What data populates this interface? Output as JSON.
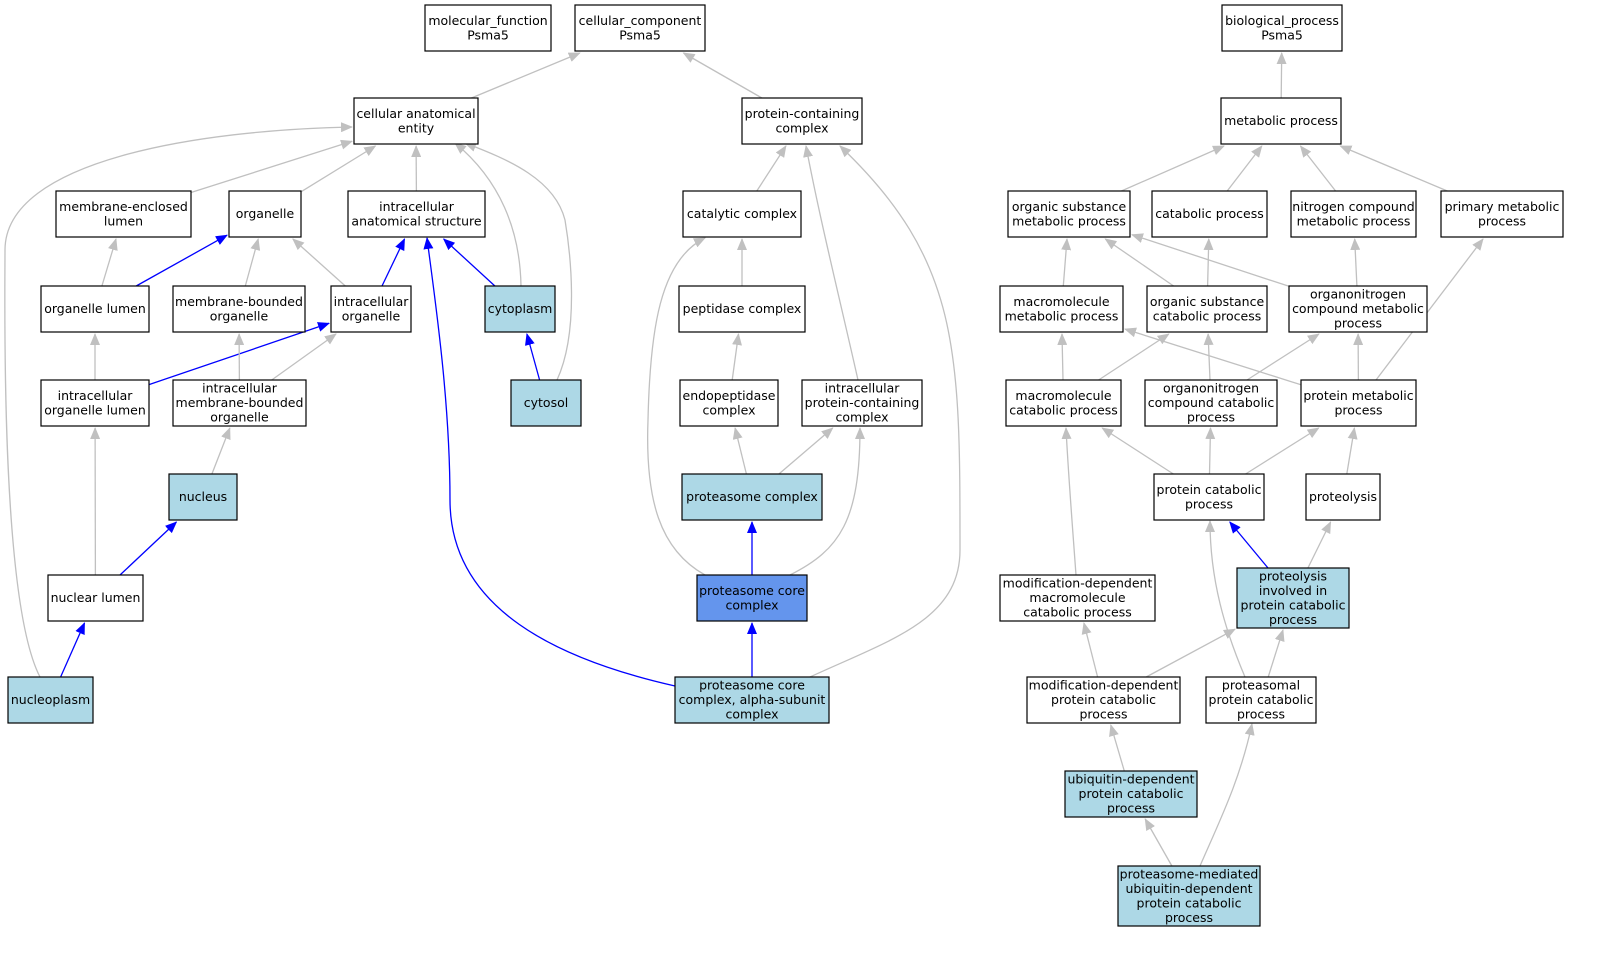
{
  "colors": {
    "plain": "#ffffff",
    "annotated": "#add8e6",
    "focus": "#6495ed",
    "edge_gray": "#c0c0c0",
    "edge_blue": "#0000ff"
  },
  "nodes": [
    {
      "id": "mf",
      "lines": [
        "molecular_function",
        "Psma5"
      ],
      "style": "plain"
    },
    {
      "id": "cc",
      "lines": [
        "cellular_component",
        "Psma5"
      ],
      "style": "plain"
    },
    {
      "id": "bp",
      "lines": [
        "biological_process",
        "Psma5"
      ],
      "style": "plain"
    },
    {
      "id": "cae",
      "lines": [
        "cellular anatomical",
        "entity"
      ],
      "style": "plain"
    },
    {
      "id": "pcc",
      "lines": [
        "protein-containing",
        "complex"
      ],
      "style": "plain"
    },
    {
      "id": "mp",
      "lines": [
        "metabolic process"
      ],
      "style": "plain"
    },
    {
      "id": "mel",
      "lines": [
        "membrane-enclosed",
        "lumen"
      ],
      "style": "plain"
    },
    {
      "id": "org",
      "lines": [
        "organelle"
      ],
      "style": "plain"
    },
    {
      "id": "ias",
      "lines": [
        "intracellular",
        "anatomical structure"
      ],
      "style": "plain"
    },
    {
      "id": "catc",
      "lines": [
        "catalytic complex"
      ],
      "style": "plain"
    },
    {
      "id": "osmp",
      "lines": [
        "organic substance",
        "metabolic process"
      ],
      "style": "plain"
    },
    {
      "id": "catp",
      "lines": [
        "catabolic process"
      ],
      "style": "plain"
    },
    {
      "id": "ncmp",
      "lines": [
        "nitrogen compound",
        "metabolic process"
      ],
      "style": "plain"
    },
    {
      "id": "pmp",
      "lines": [
        "primary metabolic",
        "process"
      ],
      "style": "plain"
    },
    {
      "id": "orgl",
      "lines": [
        "organelle lumen"
      ],
      "style": "plain"
    },
    {
      "id": "mbo",
      "lines": [
        "membrane-bounded",
        "organelle"
      ],
      "style": "plain"
    },
    {
      "id": "io",
      "lines": [
        "intracellular",
        "organelle"
      ],
      "style": "plain"
    },
    {
      "id": "cyto",
      "lines": [
        "cytoplasm"
      ],
      "style": "annotated"
    },
    {
      "id": "pepc",
      "lines": [
        "peptidase complex"
      ],
      "style": "plain"
    },
    {
      "id": "mmp",
      "lines": [
        "macromolecule",
        "metabolic process"
      ],
      "style": "plain"
    },
    {
      "id": "oscp",
      "lines": [
        "organic substance",
        "catabolic process"
      ],
      "style": "plain"
    },
    {
      "id": "oncmp",
      "lines": [
        "organonitrogen",
        "compound metabolic",
        "process"
      ],
      "style": "plain"
    },
    {
      "id": "iol",
      "lines": [
        "intracellular",
        "organelle lumen"
      ],
      "style": "plain"
    },
    {
      "id": "imbo",
      "lines": [
        "intracellular",
        "membrane-bounded",
        "organelle"
      ],
      "style": "plain"
    },
    {
      "id": "cytosol",
      "lines": [
        "cytosol"
      ],
      "style": "annotated"
    },
    {
      "id": "endo",
      "lines": [
        "endopeptidase",
        "complex"
      ],
      "style": "plain"
    },
    {
      "id": "ipcc",
      "lines": [
        "intracellular",
        "protein-containing",
        "complex"
      ],
      "style": "plain"
    },
    {
      "id": "mcp",
      "lines": [
        "macromolecule",
        "catabolic process"
      ],
      "style": "plain"
    },
    {
      "id": "onccp",
      "lines": [
        "organonitrogen",
        "compound catabolic",
        "process"
      ],
      "style": "plain"
    },
    {
      "id": "protmp",
      "lines": [
        "protein metabolic",
        "process"
      ],
      "style": "plain"
    },
    {
      "id": "nucleus",
      "lines": [
        "nucleus"
      ],
      "style": "annotated"
    },
    {
      "id": "protc",
      "lines": [
        "proteasome complex"
      ],
      "style": "annotated"
    },
    {
      "id": "pcp",
      "lines": [
        "protein catabolic",
        "process"
      ],
      "style": "plain"
    },
    {
      "id": "prot",
      "lines": [
        "proteolysis"
      ],
      "style": "plain"
    },
    {
      "id": "nl",
      "lines": [
        "nuclear lumen"
      ],
      "style": "plain"
    },
    {
      "id": "pcore",
      "lines": [
        "proteasome core",
        "complex"
      ],
      "style": "focus"
    },
    {
      "id": "mdmcp",
      "lines": [
        "modification-dependent",
        "macromolecule",
        "catabolic process"
      ],
      "style": "plain"
    },
    {
      "id": "pipcp",
      "lines": [
        "proteolysis",
        "involved in",
        "protein catabolic",
        "process"
      ],
      "style": "annotated"
    },
    {
      "id": "np",
      "lines": [
        "nucleoplasm"
      ],
      "style": "annotated"
    },
    {
      "id": "pcas",
      "lines": [
        "proteasome core",
        "complex, alpha-subunit",
        "complex"
      ],
      "style": "annotated"
    },
    {
      "id": "mdpcp",
      "lines": [
        "modification-dependent",
        "protein catabolic",
        "process"
      ],
      "style": "plain"
    },
    {
      "id": "ppcp",
      "lines": [
        "proteasomal",
        "protein catabolic",
        "process"
      ],
      "style": "plain"
    },
    {
      "id": "udpcp",
      "lines": [
        "ubiquitin-dependent",
        "protein catabolic",
        "process"
      ],
      "style": "annotated"
    },
    {
      "id": "pmudpcp",
      "lines": [
        "proteasome-mediated",
        "ubiquitin-dependent",
        "protein catabolic",
        "process"
      ],
      "style": "annotated"
    }
  ],
  "edges": [
    {
      "from": "cae",
      "to": "cc",
      "color": "gray"
    },
    {
      "from": "pcc",
      "to": "cc",
      "color": "gray"
    },
    {
      "from": "mp",
      "to": "bp",
      "color": "gray"
    },
    {
      "from": "mel",
      "to": "cae",
      "color": "gray"
    },
    {
      "from": "org",
      "to": "cae",
      "color": "gray"
    },
    {
      "from": "ias",
      "to": "cae",
      "color": "gray"
    },
    {
      "from": "cyto",
      "to": "cae",
      "color": "gray"
    },
    {
      "from": "cytosol",
      "to": "cae",
      "color": "gray"
    },
    {
      "from": "np",
      "to": "cae",
      "color": "gray"
    },
    {
      "from": "catc",
      "to": "pcc",
      "color": "gray"
    },
    {
      "from": "ipcc",
      "to": "pcc",
      "color": "gray"
    },
    {
      "from": "pcas",
      "to": "pcc",
      "color": "gray"
    },
    {
      "from": "osmp",
      "to": "mp",
      "color": "gray"
    },
    {
      "from": "catp",
      "to": "mp",
      "color": "gray"
    },
    {
      "from": "ncmp",
      "to": "mp",
      "color": "gray"
    },
    {
      "from": "pmp",
      "to": "mp",
      "color": "gray"
    },
    {
      "from": "orgl",
      "to": "mel",
      "color": "gray"
    },
    {
      "from": "orgl",
      "to": "org",
      "color": "blue"
    },
    {
      "from": "mbo",
      "to": "org",
      "color": "gray"
    },
    {
      "from": "io",
      "to": "org",
      "color": "gray"
    },
    {
      "from": "io",
      "to": "ias",
      "color": "blue"
    },
    {
      "from": "cyto",
      "to": "ias",
      "color": "blue"
    },
    {
      "from": "pcas",
      "to": "ias",
      "color": "blue"
    },
    {
      "from": "pepc",
      "to": "catc",
      "color": "gray"
    },
    {
      "from": "pcore",
      "to": "catc",
      "color": "gray"
    },
    {
      "from": "mmp",
      "to": "osmp",
      "color": "gray"
    },
    {
      "from": "oscp",
      "to": "osmp",
      "color": "gray"
    },
    {
      "from": "oncmp",
      "to": "osmp",
      "color": "gray"
    },
    {
      "from": "oscp",
      "to": "catp",
      "color": "gray"
    },
    {
      "from": "oncmp",
      "to": "ncmp",
      "color": "gray"
    },
    {
      "from": "protmp",
      "to": "pmp",
      "color": "gray"
    },
    {
      "from": "iol",
      "to": "orgl",
      "color": "gray"
    },
    {
      "from": "iol",
      "to": "io",
      "color": "blue"
    },
    {
      "from": "imbo",
      "to": "io",
      "color": "gray"
    },
    {
      "from": "imbo",
      "to": "mbo",
      "color": "gray"
    },
    {
      "from": "cytosol",
      "to": "cyto",
      "color": "blue"
    },
    {
      "from": "endo",
      "to": "pepc",
      "color": "gray"
    },
    {
      "from": "mcp",
      "to": "mmp",
      "color": "gray"
    },
    {
      "from": "protmp",
      "to": "mmp",
      "color": "gray"
    },
    {
      "from": "mcp",
      "to": "oscp",
      "color": "gray"
    },
    {
      "from": "onccp",
      "to": "oscp",
      "color": "gray"
    },
    {
      "from": "onccp",
      "to": "oncmp",
      "color": "gray"
    },
    {
      "from": "protmp",
      "to": "oncmp",
      "color": "gray"
    },
    {
      "from": "nl",
      "to": "iol",
      "color": "gray"
    },
    {
      "from": "nucleus",
      "to": "imbo",
      "color": "gray"
    },
    {
      "from": "protc",
      "to": "endo",
      "color": "gray"
    },
    {
      "from": "protc",
      "to": "ipcc",
      "color": "gray"
    },
    {
      "from": "pcore",
      "to": "ipcc",
      "color": "gray"
    },
    {
      "from": "mdmcp",
      "to": "mcp",
      "color": "gray"
    },
    {
      "from": "pcp",
      "to": "mcp",
      "color": "gray"
    },
    {
      "from": "pcp",
      "to": "onccp",
      "color": "gray"
    },
    {
      "from": "pcp",
      "to": "protmp",
      "color": "gray"
    },
    {
      "from": "prot",
      "to": "protmp",
      "color": "gray"
    },
    {
      "from": "nl",
      "to": "nucleus",
      "color": "blue"
    },
    {
      "from": "pcore",
      "to": "protc",
      "color": "blue"
    },
    {
      "from": "pipcp",
      "to": "pcp",
      "color": "blue"
    },
    {
      "from": "ppcp",
      "to": "pcp",
      "color": "gray"
    },
    {
      "from": "pipcp",
      "to": "prot",
      "color": "gray"
    },
    {
      "from": "np",
      "to": "nl",
      "color": "blue"
    },
    {
      "from": "pcas",
      "to": "pcore",
      "color": "blue"
    },
    {
      "from": "mdpcp",
      "to": "mdmcp",
      "color": "gray"
    },
    {
      "from": "mdpcp",
      "to": "pipcp",
      "color": "gray"
    },
    {
      "from": "ppcp",
      "to": "pipcp",
      "color": "gray"
    },
    {
      "from": "udpcp",
      "to": "mdpcp",
      "color": "gray"
    },
    {
      "from": "pmudpcp",
      "to": "udpcp",
      "color": "gray"
    },
    {
      "from": "pmudpcp",
      "to": "ppcp",
      "color": "gray"
    }
  ]
}
